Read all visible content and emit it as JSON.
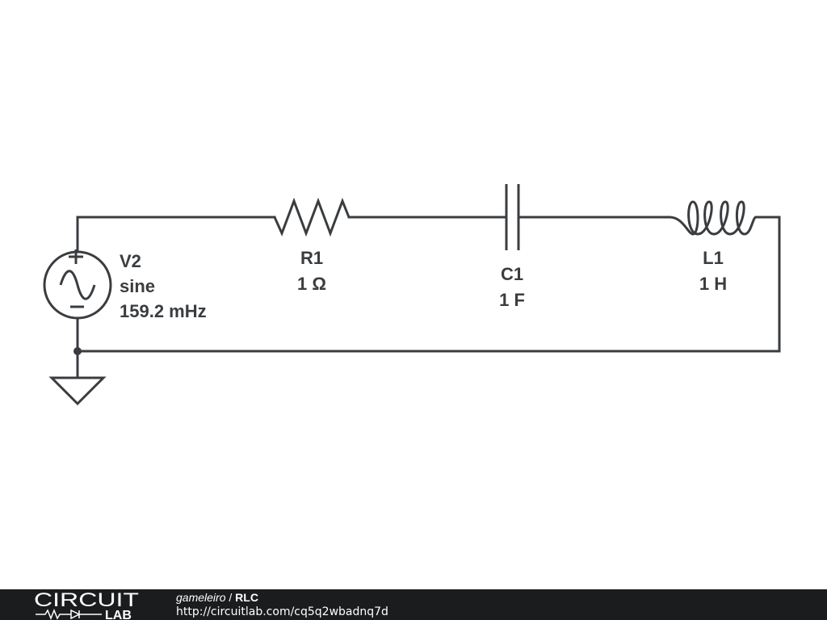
{
  "components": {
    "source": {
      "name": "V2",
      "type": "sine",
      "frequency": "159.2 mHz"
    },
    "resistor": {
      "name": "R1",
      "value": "1 Ω"
    },
    "capacitor": {
      "name": "C1",
      "value": "1 F"
    },
    "inductor": {
      "name": "L1",
      "value": "1 H"
    }
  },
  "footer": {
    "logo_top": "CIRCUIT",
    "logo_bottom": "LAB",
    "author": "gameleiro",
    "separator": " / ",
    "title": "RLC",
    "url": "http://circuitlab.com/cq5q2wbadnq7d"
  },
  "colors": {
    "ink": "#3a3d40",
    "footer_bg": "#1b1c1e"
  }
}
